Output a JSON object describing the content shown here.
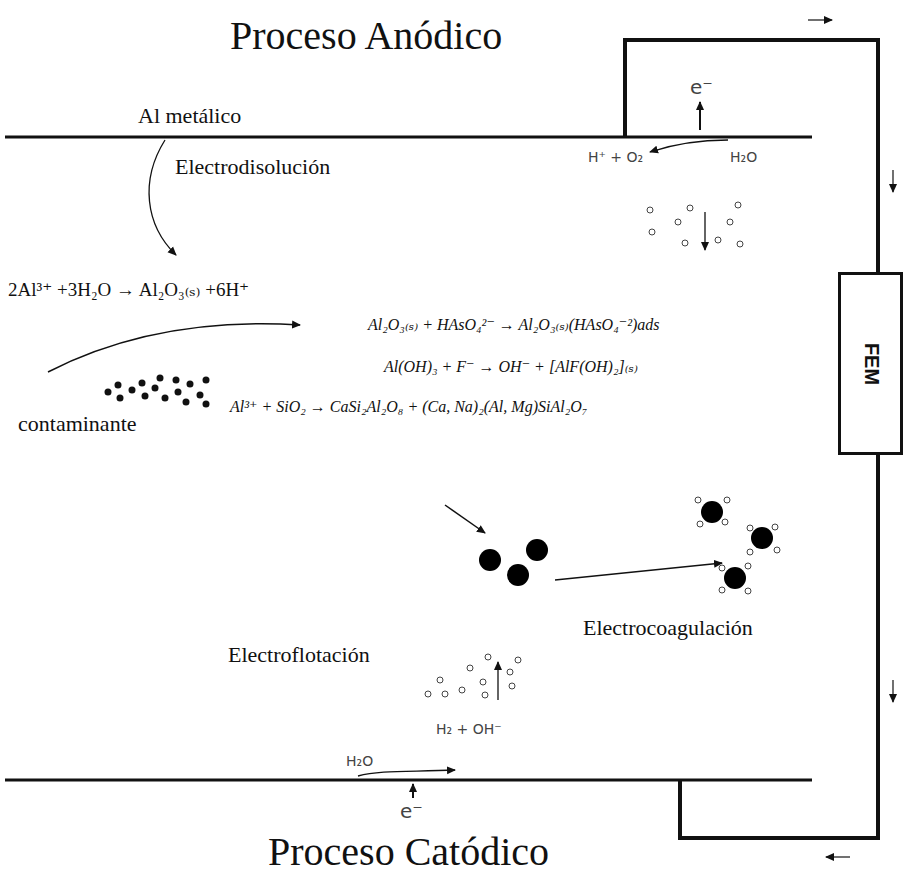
{
  "diagram": {
    "nodes": [
      {
        "text": [
          "FEM"
        ]
      }
    ],
    "labels": [
      "Proceso Anódico",
      "Al metálico",
      "Electrodisolución",
      "e⁻",
      "H₂O",
      "H⁺ + O₂",
      "2Al³⁺ +3H₂O → Al₂O₃₍ₛ₎ +6H⁺",
      "Al₂O₃₍ₛ₎ + HAsO₄²⁻ → Al₂O₃₍ₛ₎(HAsO₄⁻²)ads",
      "Al(OH)₃ + F⁻ → OH⁻ + [AlF(OH)₂]₍ₛ₎",
      "Al³⁺ + SiO₂ → CaSi₂Al₂O₈ + (Ca, Na)₂(Al, Mg)SiAl₂O₇",
      "contaminante",
      "Electrocoagulación",
      "Electroflotación",
      "H₂ + OH⁻",
      "H₂O",
      "e⁻",
      "Proceso Catódico"
    ]
  }
}
